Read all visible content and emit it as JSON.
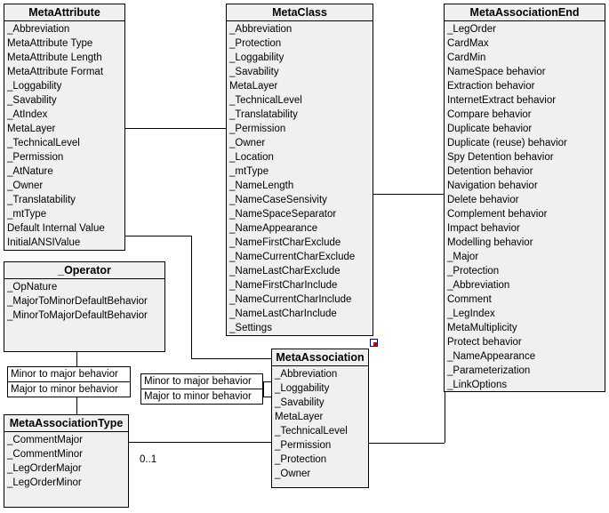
{
  "diagram": {
    "type": "uml-class-diagram",
    "background": "#ffffff",
    "box_fill": "#f0f0f0",
    "border_color": "#000000",
    "classes": [
      {
        "id": "meta-attribute",
        "name": "MetaAttribute",
        "attributes": [
          "_Abbreviation",
          "MetaAttribute Type",
          "MetaAttribute Length",
          "MetaAttribute Format",
          "_Loggability",
          "_Savability",
          "_AtIndex",
          "MetaLayer",
          "_TechnicalLevel",
          "_Permission",
          "_AtNature",
          "_Owner",
          "_Translatability",
          "_mtType",
          "Default Internal Value",
          "InitialANSIValue"
        ]
      },
      {
        "id": "meta-class",
        "name": "MetaClass",
        "attributes": [
          "_Abbreviation",
          "_Protection",
          "_Loggability",
          "_Savability",
          "MetaLayer",
          "_TechnicalLevel",
          "_Translatability",
          "_Permission",
          "_Owner",
          "_Location",
          "_mtType",
          "_NameLength",
          "_NameCaseSensivity",
          "_NameSpaceSeparator",
          "_NameAppearance",
          "_NameFirstCharExclude",
          "_NameCurrentCharExclude",
          "_NameLastCharExclude",
          "_NameFirstCharInclude",
          "_NameCurrentCharInclude",
          "_NameLastCharInclude",
          "_Settings"
        ]
      },
      {
        "id": "meta-association-end",
        "name": "MetaAssociationEnd",
        "attributes": [
          "_LegOrder",
          "CardMax",
          "CardMin",
          "NameSpace behavior",
          "Extraction behavior",
          "InternetExtract behavior",
          "Compare behavior",
          "Duplicate behavior",
          "Duplicate (reuse) behavior",
          "Spy Detention behavior",
          "Detention behavior",
          "Navigation behavior",
          "Delete behavior",
          "Complement behavior",
          "Impact behavior",
          "Modelling behavior",
          "_Major",
          "_Protection",
          "_Abbreviation",
          "Comment",
          "_LegIndex",
          "MetaMultiplicity",
          "Protect behavior",
          "_NameAppearance",
          "_Parameterization",
          "_LinkOptions"
        ]
      },
      {
        "id": "operator",
        "name": "_Operator",
        "attributes": [
          "_OpNature",
          "_MajorToMinorDefaultBehavior",
          "_MinorToMajorDefaultBehavior"
        ]
      },
      {
        "id": "meta-association-type",
        "name": "MetaAssociationType",
        "attributes": [
          "_CommentMajor",
          "_CommentMinor",
          "_LegOrderMajor",
          "_LegOrderMinor"
        ]
      },
      {
        "id": "meta-association",
        "name": "MetaAssociation",
        "attributes": [
          "_Abbreviation",
          "_Loggability",
          "_Savability",
          "MetaLayer",
          "_TechnicalLevel",
          "_Permission",
          "_Protection",
          "_Owner"
        ]
      }
    ],
    "labels": [
      {
        "id": "label-left-minor-major",
        "text": "Minor to major behavior"
      },
      {
        "id": "label-left-major-minor",
        "text": "Major to minor behavior"
      },
      {
        "id": "label-right-minor-major",
        "text": "Minor to major behavior"
      },
      {
        "id": "label-right-major-minor",
        "text": "Major to minor behavior"
      }
    ],
    "multiplicities": [
      {
        "id": "multiplicity-association-type",
        "text": "0..1"
      }
    ],
    "handle": {
      "id": "resize-handle",
      "name": "resize-handle-icon"
    }
  }
}
